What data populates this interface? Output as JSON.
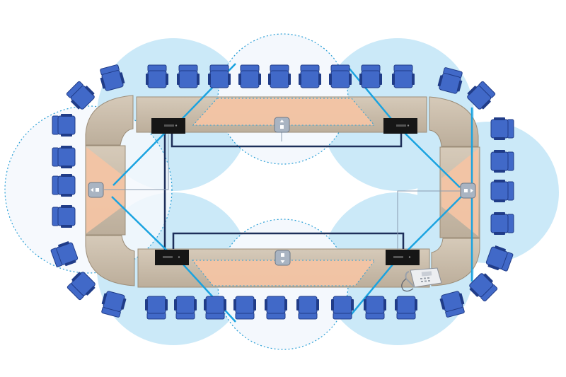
{
  "diagram": {
    "subject": "conference-room-microphone-coverage",
    "colors": {
      "coverage_fill": "#cbe9f8",
      "coverage_dotted": "#2a9fd6",
      "table_tan": "#c9bcaa",
      "table_peach": "#f3c4a4",
      "chair_blue": "#4169c8",
      "chair_dark": "#203c88",
      "device_black": "#161616",
      "cable_navy": "#1e2f5a",
      "cable_cyan": "#1aa3e0",
      "mic_gray": "#a9b4c2"
    },
    "icons": {
      "chair": "office-chair-icon",
      "ceiling_mic": "boundary-microphone-icon",
      "speaker": "table-speaker-unit-icon",
      "phone": "desk-telephone-icon"
    },
    "counts": {
      "chairs": 38,
      "speaker_units": 4,
      "microphones": 4,
      "phones": 1
    }
  }
}
